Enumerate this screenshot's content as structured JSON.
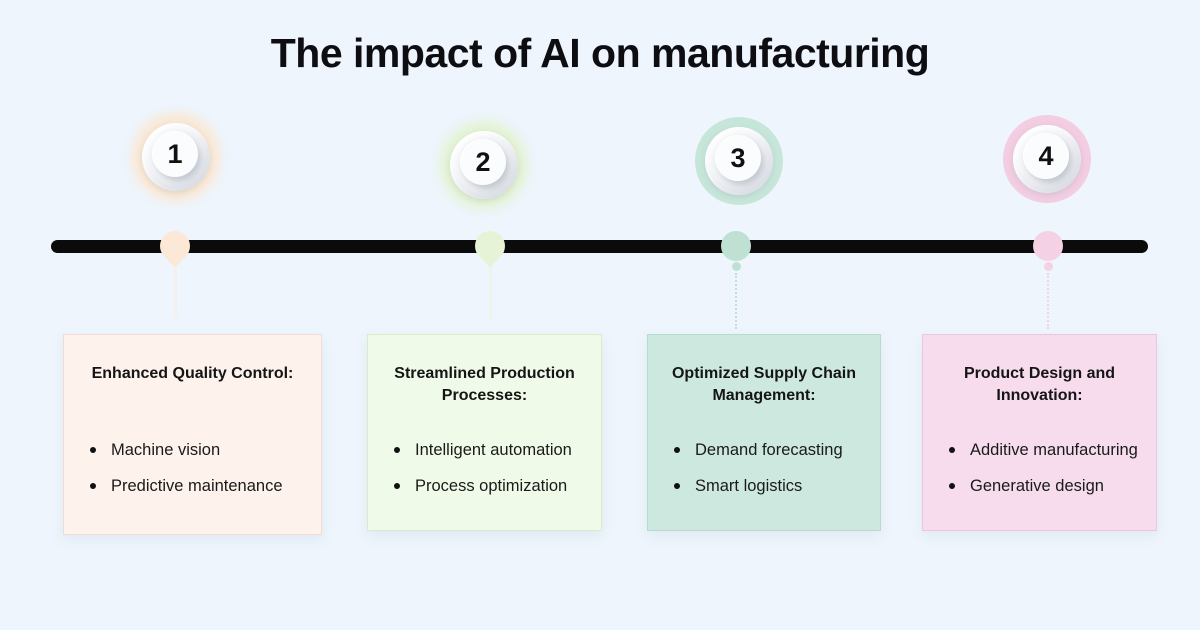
{
  "title": "The impact of AI on manufacturing",
  "background_color": "#eef5fc",
  "timeline": {
    "bar_color": "#0b0b0b"
  },
  "steps": [
    {
      "number": "1",
      "heading": "Enhanced Quality Control:",
      "bullets": [
        "Machine vision",
        "Predictive maintenance"
      ],
      "colors": {
        "ring": "#fbe7d3",
        "marker": "#fbe8d7",
        "card_bg": "#fdf2ec",
        "card_border": "#f1dcd2"
      }
    },
    {
      "number": "2",
      "heading": "Streamlined Production Processes:",
      "bullets": [
        "Intelligent automation",
        "Process optimization"
      ],
      "colors": {
        "ring": "#e3f3d3",
        "marker": "#e6f3d7",
        "card_bg": "#effbe8",
        "card_border": "#d9ecca"
      }
    },
    {
      "number": "3",
      "heading": "Optimized Supply Chain Management:",
      "bullets": [
        "Demand forecasting",
        "Smart logistics"
      ],
      "colors": {
        "ring": "#c7e6da",
        "marker": "#bfe1d4",
        "card_bg": "#cde9df",
        "card_border": "#b5dccd"
      }
    },
    {
      "number": "4",
      "heading": "Product Design and Innovation:",
      "bullets": [
        "Additive manufacturing",
        "Generative design"
      ],
      "colors": {
        "ring": "#f3cde2",
        "marker": "#f4d1e4",
        "card_bg": "#f7dcee",
        "card_border": "#edc6dd"
      }
    }
  ]
}
